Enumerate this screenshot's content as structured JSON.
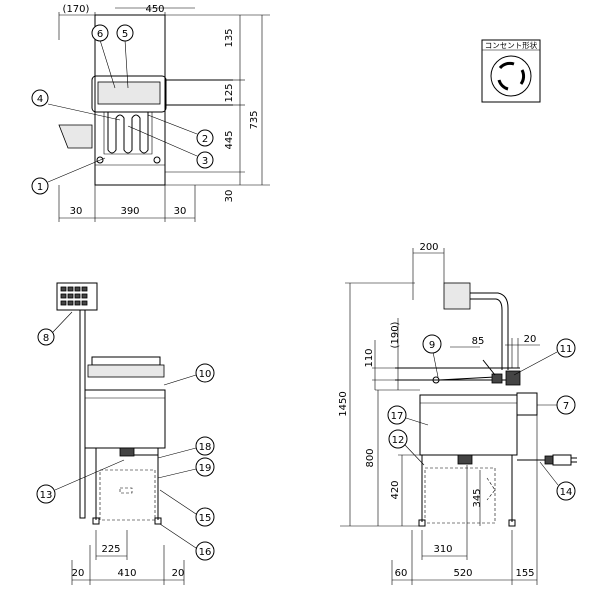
{
  "top_view": {
    "dims": {
      "w170": "(170)",
      "w450": "450",
      "h135": "135",
      "h125": "125",
      "h735": "735",
      "h445": "445",
      "h30": "30",
      "w30a": "30",
      "w390": "390",
      "w30b": "30"
    },
    "bubbles": [
      "6",
      "5",
      "4",
      "2",
      "3",
      "1"
    ]
  },
  "outlet": {
    "label": "コンセント形状"
  },
  "front_view": {
    "dims": {
      "w225": "225",
      "w20a": "20",
      "w410": "410",
      "w20b": "20"
    },
    "bubbles": [
      "8",
      "10",
      "18",
      "19",
      "13",
      "15",
      "16"
    ]
  },
  "side_view": {
    "dims": {
      "w200": "200",
      "h190": "(190)",
      "h110": "110",
      "w85": "85",
      "w20": "20",
      "h1450": "1450",
      "h800": "800",
      "h420": "420",
      "h345": "345",
      "w310": "310",
      "w60": "60",
      "w520": "520",
      "w155": "155"
    },
    "bubbles": [
      "9",
      "11",
      "7",
      "17",
      "12",
      "14"
    ]
  }
}
